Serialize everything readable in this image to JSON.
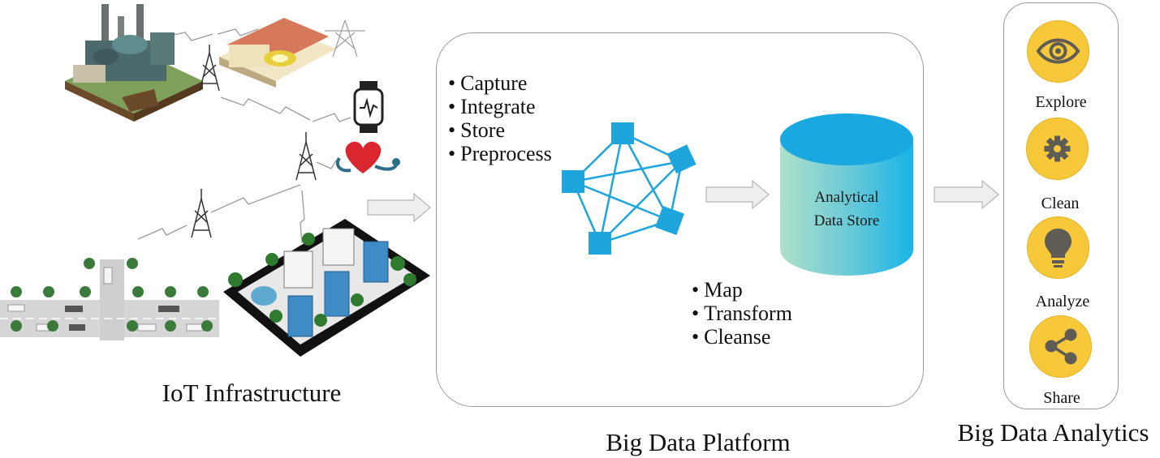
{
  "iot": {
    "caption": "IoT Infrastructure",
    "devices": [
      "factory",
      "house",
      "power-tower",
      "smartwatch",
      "heart-monitor",
      "traffic-road",
      "city-block"
    ]
  },
  "platform": {
    "caption": "Big Data Platform",
    "capture_steps": [
      "Capture",
      "Integrate",
      "Store",
      "Preprocess"
    ],
    "transform_steps": [
      "Map",
      "Transform",
      "Cleanse"
    ],
    "data_store": {
      "line1": "Analytical",
      "line2": "Data Store"
    }
  },
  "analytics": {
    "caption": "Big Data Analytics",
    "actions": [
      {
        "label": "Explore",
        "icon": "eye-icon"
      },
      {
        "label": "Clean",
        "icon": "gear-icon"
      },
      {
        "label": "Analyze",
        "icon": "lightbulb-icon"
      },
      {
        "label": "Share",
        "icon": "share-icon"
      }
    ]
  },
  "colors": {
    "node_blue": "#1ea5dc",
    "cylinder_top": "#1aa8e0",
    "cylinder_body_left": "#aee0c9",
    "cylinder_body_right": "#17b4e8",
    "action_yellow": "#f6c83a",
    "icon_gray": "#5f5b55",
    "arrow_gray": "#eeeeee"
  }
}
